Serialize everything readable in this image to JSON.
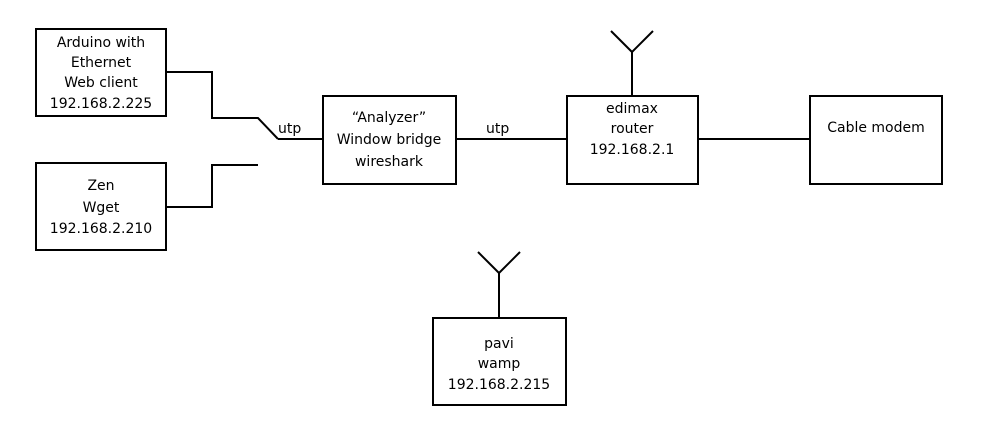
{
  "nodes": {
    "arduino": {
      "lines": [
        "Arduino with",
        "Ethernet",
        "Web client",
        "192.168.2.225"
      ]
    },
    "zen": {
      "lines": [
        "Zen",
        "Wget",
        "192.168.2.210"
      ]
    },
    "analyzer": {
      "lines": [
        "“Analyzer”",
        "Window bridge",
        "wireshark"
      ]
    },
    "router": {
      "lines": [
        "edimax",
        "router",
        "192.168.2.1"
      ]
    },
    "modem": {
      "lines": [
        "Cable modem"
      ]
    },
    "pavi": {
      "lines": [
        "pavi",
        "wamp",
        "192.168.2.215"
      ]
    }
  },
  "links": {
    "switch_utp": "utp",
    "analyzer_router_utp": "utp"
  }
}
